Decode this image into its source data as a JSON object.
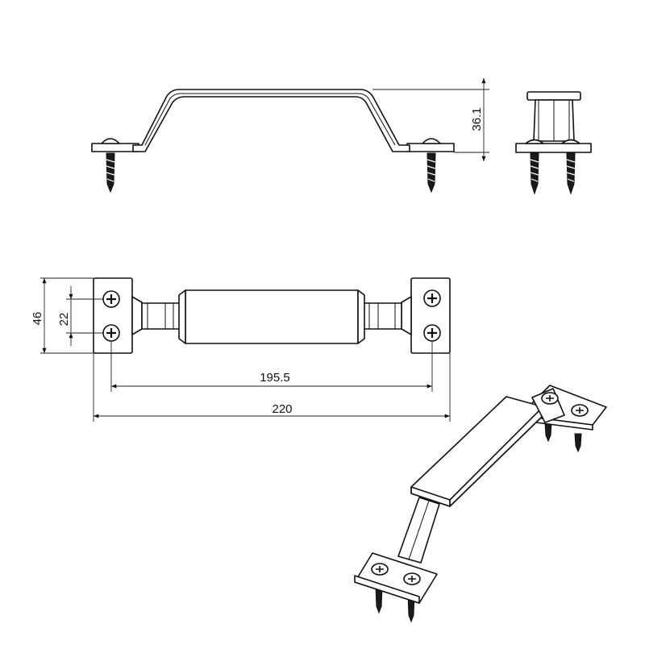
{
  "dimensions": {
    "height": "36.1",
    "plate_width": "46",
    "hole_spacing": "22",
    "hole_center_distance": "195.5",
    "overall_length": "220"
  }
}
